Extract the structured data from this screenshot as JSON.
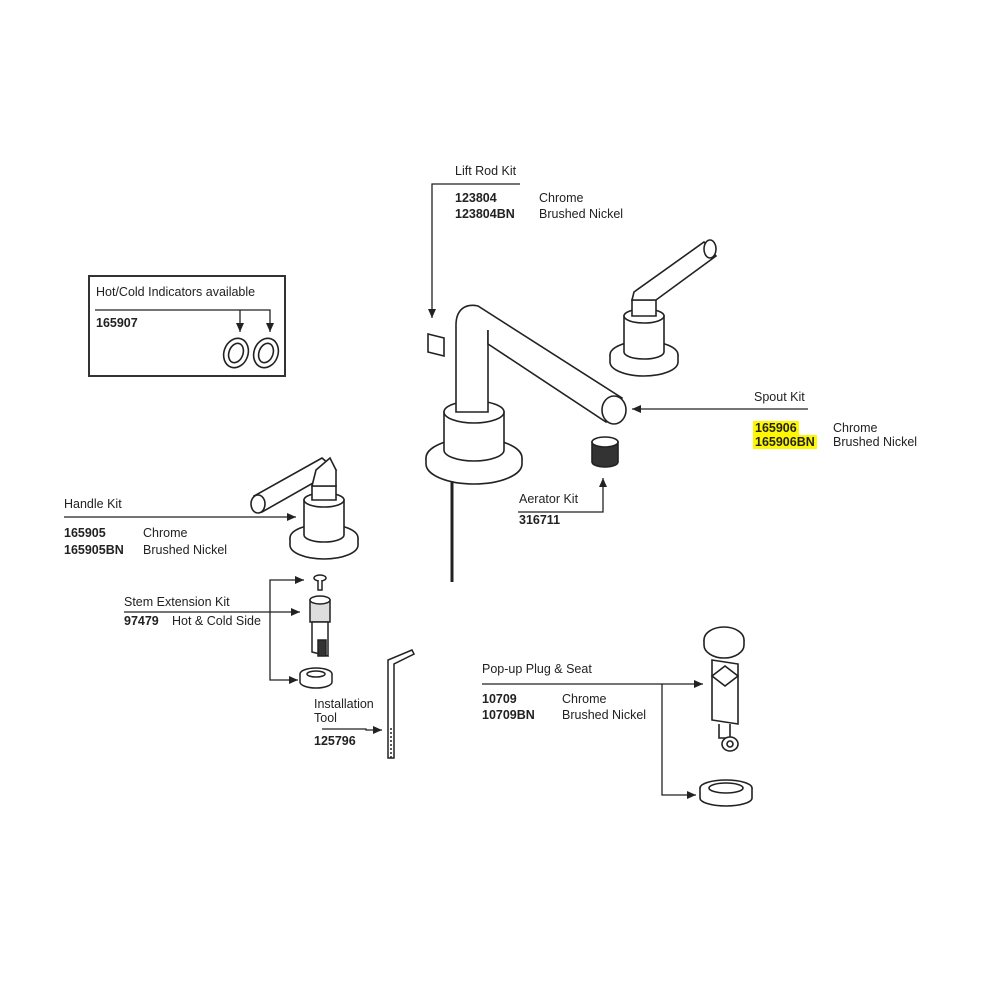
{
  "lift_rod": {
    "title": "Lift Rod Kit",
    "chrome_part": "123804",
    "chrome_label": "Chrome",
    "nickel_part": "123804BN",
    "nickel_label": "Brushed Nickel"
  },
  "indicators": {
    "title": "Hot/Cold Indicators available",
    "part": "165907"
  },
  "spout": {
    "title": "Spout Kit",
    "chrome_part": "165906",
    "chrome_label": "Chrome",
    "nickel_part": "165906BN",
    "nickel_label": "Brushed Nickel",
    "highlight_color": "#fff700"
  },
  "handle": {
    "title": "Handle Kit",
    "chrome_part": "165905",
    "chrome_label": "Chrome",
    "nickel_part": "165905BN",
    "nickel_label": "Brushed Nickel"
  },
  "aerator": {
    "title": "Aerator Kit",
    "part": "316711"
  },
  "stem": {
    "title": "Stem Extension Kit",
    "part": "97479",
    "note": "Hot & Cold Side"
  },
  "tool": {
    "title_line1": "Installation",
    "title_line2": "Tool",
    "part": "125796"
  },
  "popup": {
    "title": "Pop-up Plug & Seat",
    "chrome_part": "10709",
    "chrome_label": "Chrome",
    "nickel_part": "10709BN",
    "nickel_label": "Brushed Nickel"
  }
}
